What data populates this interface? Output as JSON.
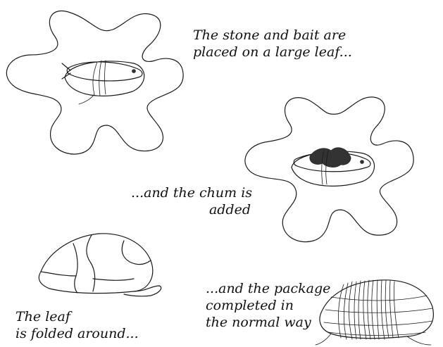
{
  "captions": {
    "step1": {
      "line1": "The stone and bait are",
      "line2": "placed on a large leaf..."
    },
    "step2": {
      "line1": "...and the chum is",
      "line2": "added"
    },
    "step3": {
      "line1": "The leaf",
      "line2": "is folded around..."
    },
    "step4": {
      "line1": "...and the package",
      "line2": "completed in",
      "line3": "the normal way"
    }
  },
  "colors": {
    "ink": "#1a1a1a",
    "background": "#ffffff"
  }
}
